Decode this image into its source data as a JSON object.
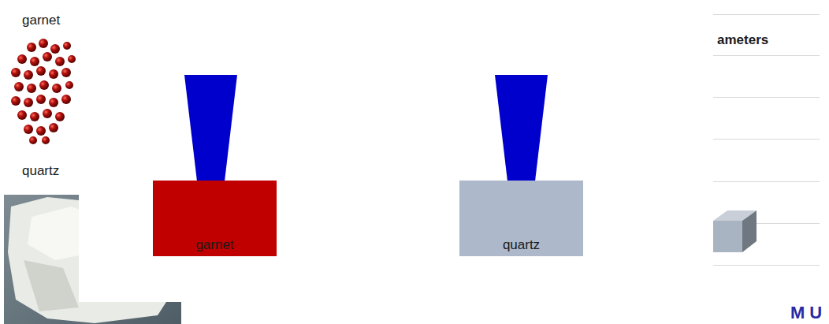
{
  "diagram": {
    "nodes": [
      {
        "text": [
          "garnet"
        ]
      },
      {
        "text": [
          "quartz"
        ]
      }
    ],
    "labels": [
      "garnet",
      "quartz",
      "ameters",
      "MU"
    ]
  }
}
